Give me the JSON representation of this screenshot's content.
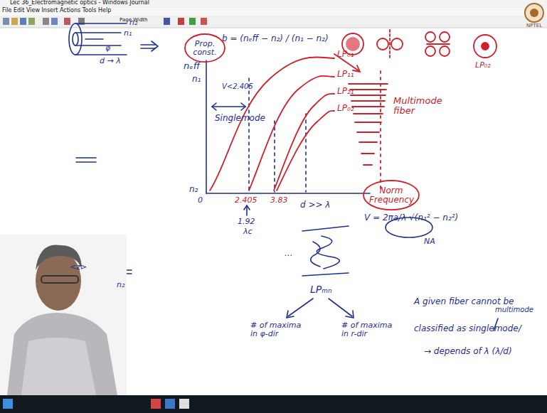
{
  "diagram": {
    "nodes": [
      {
        "text": [
          "Prop. const."
        ]
      },
      {
        "text": [
          "Norm Frequency"
        ]
      }
    ],
    "labels": [
      "Lec 36_Electromagnetic optics - Windows Journal",
      "File Edit View Insert Actions Tools Help",
      "Page Width",
      "NPTEL",
      "n₂",
      "n₁",
      "φ",
      "d → λ",
      "nₑff",
      "n₁",
      "n₂",
      "0",
      "b = (nₑff − n₂) / (n₁ − n₂)",
      "V<2.405",
      "Singlemode",
      "LP₀₁",
      "LP₁₁",
      "LP₂₁",
      "LP₀₂",
      "Multimode fiber",
      "LP₀₂",
      "2.405",
      "3.83",
      "1.92",
      "λc",
      "d >> λ",
      "V = 2πa/λ √(n₁² − n₂²)",
      "NA",
      "...",
      "LPₘₙ",
      "# of maxima in φ-dir",
      "# of maxima in r-dir",
      "A given fiber cannot be",
      "classified as singlemode/",
      "multimode",
      "→ depends of λ (λ/d)",
      "<z>",
      "n₂"
    ]
  }
}
